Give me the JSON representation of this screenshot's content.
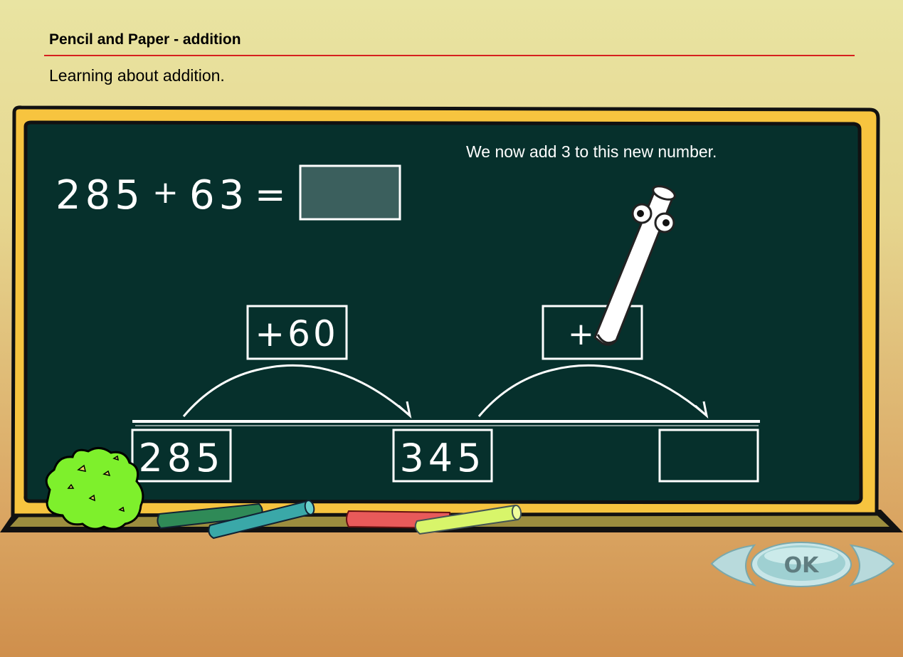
{
  "header": {
    "title": "Pencil and Paper - addition",
    "subtitle": "Learning about addition."
  },
  "board": {
    "instruction": "We now add 3 to this new number.",
    "equation": {
      "first": "285",
      "plus": "+",
      "second": "63",
      "equals": "=",
      "answer": ""
    },
    "jumps": [
      {
        "label": "+60"
      },
      {
        "label": "+"
      }
    ],
    "number_line": [
      {
        "value": "285"
      },
      {
        "value": "345"
      },
      {
        "value": ""
      }
    ]
  },
  "navigation": {
    "ok_label": "OK"
  },
  "colors": {
    "board": "#06302c",
    "frame": "#f7c43f",
    "title_rule": "#d6201f",
    "answer_box": "#3b5f5d"
  },
  "icons": {
    "chalk_character": "chalk-character-icon",
    "sponge": "sponge-icon",
    "prev": "arrow-left-icon",
    "next": "arrow-right-icon"
  }
}
